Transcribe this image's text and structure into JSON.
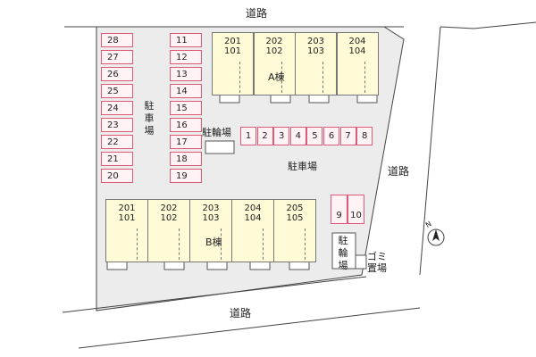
{
  "roads": {
    "north": "道路",
    "east": "道路",
    "south": "道路"
  },
  "labels": {
    "parking_left": "駐車場",
    "parking_center": "駐車場",
    "bike_top": "駐輪場",
    "bike_bottom": "駐輪場",
    "garbage": "ゴミ置場",
    "compass": "N"
  },
  "parking_col_left": [
    "28",
    "27",
    "26",
    "25",
    "24",
    "23",
    "22",
    "21",
    "20"
  ],
  "parking_col_mid": [
    "11",
    "12",
    "13",
    "14",
    "15",
    "16",
    "17",
    "18",
    "19"
  ],
  "parking_row": [
    "1",
    "2",
    "3",
    "4",
    "5",
    "6",
    "7",
    "8"
  ],
  "parking_extra": [
    "9",
    "10"
  ],
  "building_a": {
    "name": "A棟",
    "units": [
      {
        "upper": "201",
        "lower": "101"
      },
      {
        "upper": "202",
        "lower": "102"
      },
      {
        "upper": "203",
        "lower": "103"
      },
      {
        "upper": "204",
        "lower": "104"
      }
    ]
  },
  "building_b": {
    "name": "B棟",
    "units": [
      {
        "upper": "201",
        "lower": "101"
      },
      {
        "upper": "202",
        "lower": "102"
      },
      {
        "upper": "203",
        "lower": "103"
      },
      {
        "upper": "204",
        "lower": "104"
      },
      {
        "upper": "205",
        "lower": "105"
      }
    ]
  },
  "colors": {
    "lot": "#ececec",
    "building": "#fffbd7",
    "parking_border": "#e05a78",
    "parking_fill": "#fff3f5"
  }
}
